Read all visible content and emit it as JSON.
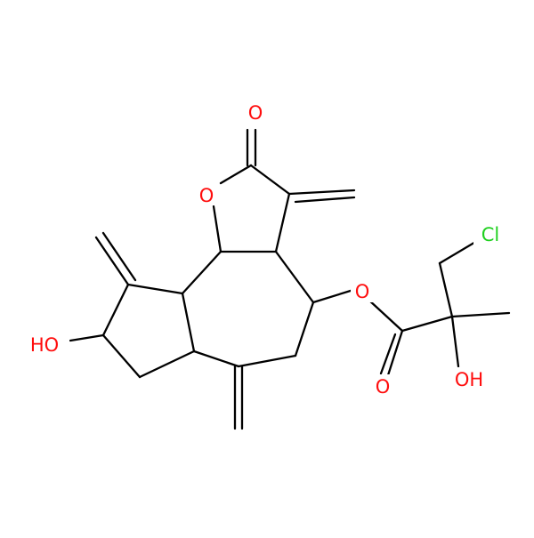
{
  "colors": {
    "background": "#ffffff",
    "bond": "#000000",
    "oxygen": "#ff0d0d",
    "chlorine": "#1fd01f"
  },
  "atoms": {
    "carbonyl_oxygen_top": "O",
    "ring_oxygen": "O",
    "ester_oxygen": "O",
    "ester_carbonyl_oxygen": "O",
    "hydroxyl_left": "HO",
    "hydroxyl_right": "OH",
    "chlorine": "Cl"
  }
}
